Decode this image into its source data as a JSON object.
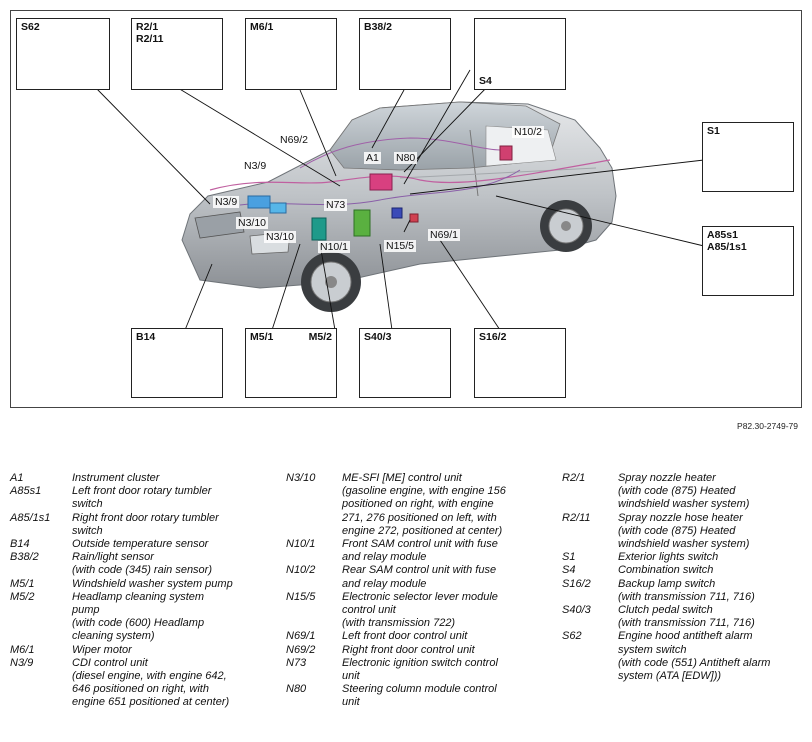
{
  "ref_number": "P82.30-2749-79",
  "callouts": {
    "a1": "A1",
    "n80": "N80",
    "n69_2": "N69/2",
    "n3_9_top": "N3/9",
    "n3_9": "N3/9",
    "n10_2": "N10/2",
    "n73": "N73",
    "n3_10_a": "N3/10",
    "n3_10_b": "N3/10",
    "n10_1": "N10/1",
    "n15_5": "N15/5",
    "n69_1": "N69/1"
  },
  "boxes": {
    "s62": "S62",
    "r2": [
      "R2/1",
      "R2/11"
    ],
    "m6_1": "M6/1",
    "b38_2": "B38/2",
    "s4": "S4",
    "s1": "S1",
    "a85": [
      "A85s1",
      "A85/1s1"
    ],
    "b14": "B14",
    "m5_1": "M5/1",
    "m5_2": "M5/2",
    "s40_3": "S40/3",
    "s16_2": "S16/2"
  },
  "legend": {
    "col1": [
      {
        "code": "A1",
        "desc": [
          "Instrument cluster"
        ]
      },
      {
        "code": "A85s1",
        "desc": [
          "Left front door rotary tumbler",
          "switch"
        ]
      },
      {
        "code": "A85/1s1",
        "desc": [
          "Right front door rotary tumbler",
          "switch"
        ]
      },
      {
        "code": "B14",
        "desc": [
          "Outside temperature sensor"
        ]
      },
      {
        "code": "B38/2",
        "desc": [
          "Rain/light sensor",
          "(with code (345) rain sensor)"
        ]
      },
      {
        "code": "M5/1",
        "desc": [
          "Windshield washer system pump"
        ]
      },
      {
        "code": "M5/2",
        "desc": [
          "Headlamp cleaning system",
          "pump",
          "(with code (600) Headlamp",
          "cleaning system)"
        ]
      },
      {
        "code": "M6/1",
        "desc": [
          "Wiper motor"
        ]
      },
      {
        "code": "N3/9",
        "desc": [
          "CDI control unit",
          "(diesel engine, with engine 642,",
          "646 positioned on right, with",
          "engine 651 positioned at center)"
        ]
      }
    ],
    "col2": [
      {
        "code": "N3/10",
        "desc": [
          "ME-SFI [ME] control unit",
          "(gasoline engine, with engine 156",
          "positioned on right, with engine",
          "271, 276 positioned on left, with",
          "engine 272, positioned at center)"
        ]
      },
      {
        "code": "N10/1",
        "desc": [
          "Front SAM control unit with fuse",
          "and relay module"
        ]
      },
      {
        "code": "N10/2",
        "desc": [
          "Rear SAM control unit with fuse",
          "and relay module"
        ]
      },
      {
        "code": "N15/5",
        "desc": [
          "Electronic selector lever module",
          "control unit",
          "(with transmission 722)"
        ]
      },
      {
        "code": "N69/1",
        "desc": [
          "Left front door control unit"
        ]
      },
      {
        "code": "N69/2",
        "desc": [
          "Right front door control unit"
        ]
      },
      {
        "code": "N73",
        "desc": [
          "Electronic ignition switch control",
          "unit"
        ]
      },
      {
        "code": "N80",
        "desc": [
          "Steering column module control",
          "unit"
        ]
      }
    ],
    "col3": [
      {
        "code": "R2/1",
        "desc": [
          "Spray nozzle heater",
          "(with code (875) Heated",
          "windshield washer system)"
        ]
      },
      {
        "code": "R2/11",
        "desc": [
          "Spray nozzle hose heater",
          "(with code (875) Heated",
          "windshield washer system)"
        ]
      },
      {
        "code": "S1",
        "desc": [
          "Exterior lights switch"
        ]
      },
      {
        "code": "S4",
        "desc": [
          "Combination switch"
        ]
      },
      {
        "code": "S16/2",
        "desc": [
          "Backup lamp switch",
          "(with transmission 711, 716)"
        ]
      },
      {
        "code": "S40/3",
        "desc": [
          "Clutch pedal switch",
          "(with transmission 711, 716)"
        ]
      },
      {
        "code": "S62",
        "desc": [
          "Engine hood antitheft alarm",
          "system switch",
          "(with code (551) Antitheft alarm",
          "system (ATA [EDW]))"
        ]
      }
    ]
  }
}
